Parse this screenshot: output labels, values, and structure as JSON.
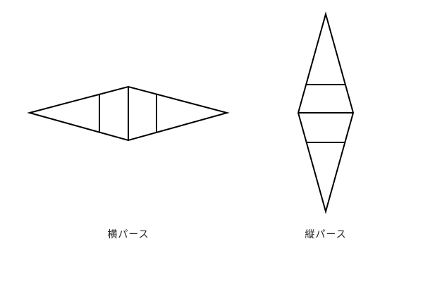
{
  "figures": [
    {
      "id": "horizontal",
      "caption": "横パース"
    },
    {
      "id": "vertical",
      "caption": "縦パース"
    }
  ],
  "colors": {
    "stroke": "#000000",
    "background": "#ffffff"
  }
}
